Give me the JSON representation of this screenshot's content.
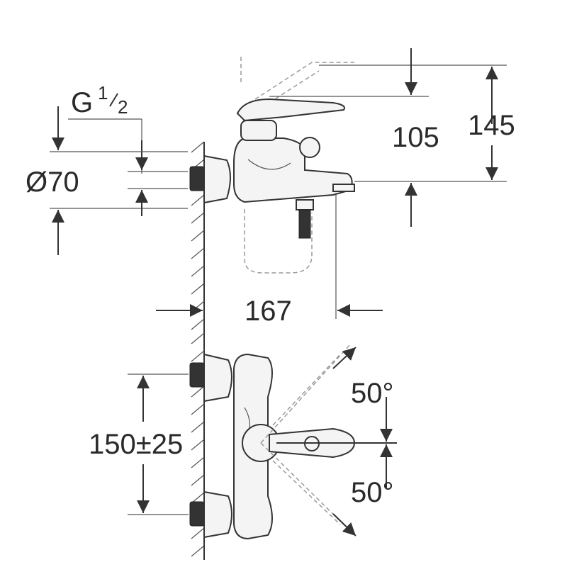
{
  "dimensions": {
    "thread": "G",
    "thread_frac_num": "1",
    "thread_frac_den": "2",
    "diameter": "Ø70",
    "height_105": "105",
    "height_145": "145",
    "projection": "167",
    "spacing": "150±25",
    "angle_up": "50°",
    "angle_down": "50°"
  },
  "colors": {
    "line": "#333333",
    "background": "#ffffff"
  }
}
